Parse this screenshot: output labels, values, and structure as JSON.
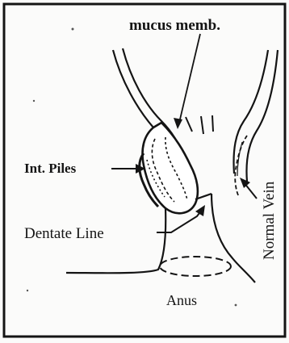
{
  "labels": {
    "mucus_membrane": "mucus memb.",
    "internal_piles": "Int. Piles",
    "dentate_line": "Dentate Line",
    "anus": "Anus",
    "normal_vein": "Normal Vein"
  },
  "colors": {
    "ink": "#141414",
    "paper": "#fbfbfa"
  }
}
